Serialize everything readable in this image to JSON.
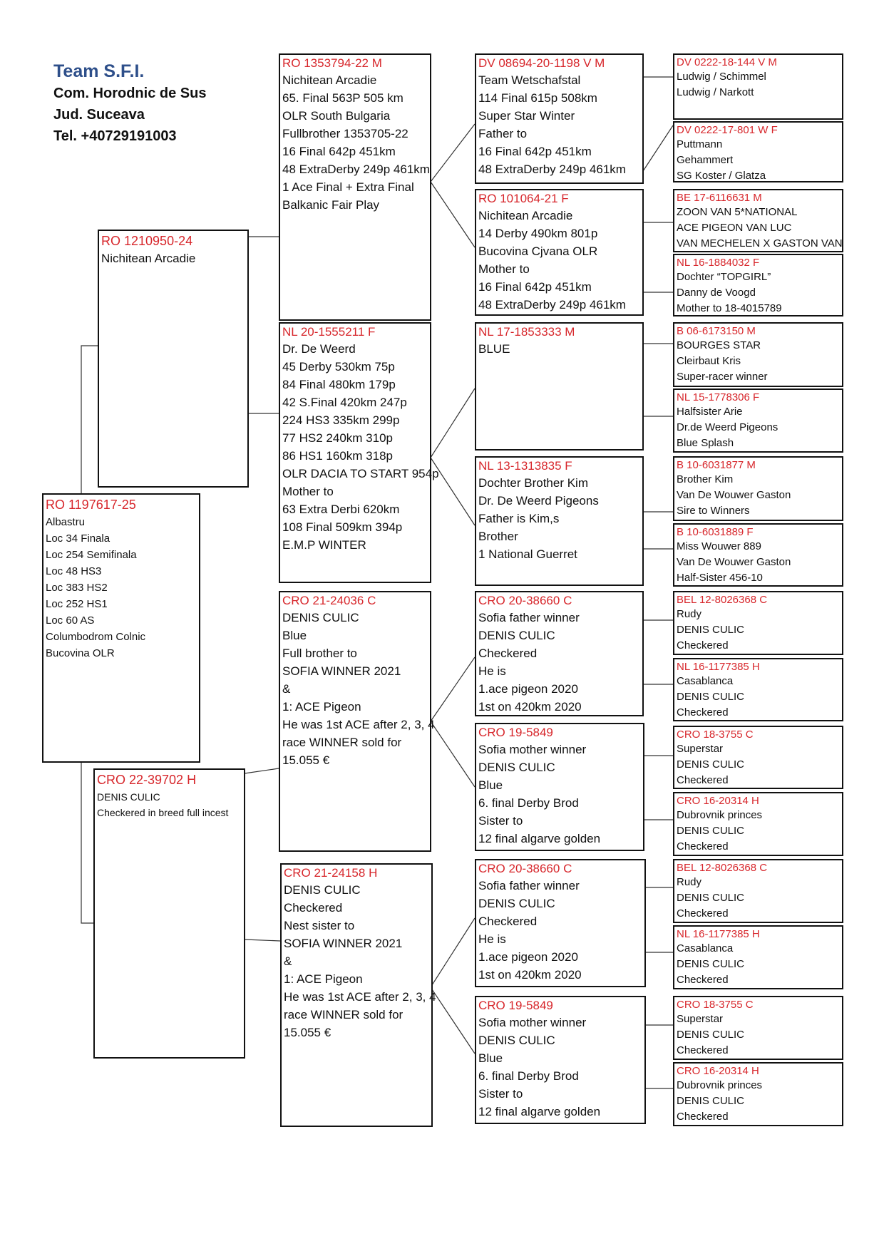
{
  "header": {
    "team": "Team S.F.I.",
    "address": "Com. Horodnic de Sus",
    "county": "Jud. Suceava",
    "phone": "Tel. +40729191003"
  },
  "subject": {
    "ring": "RO 1197617-25",
    "lines": [
      "Albastru",
      "Loc 34 Finala",
      "Loc 254 Semifinala",
      "Loc 48 HS3",
      "Loc 383 HS2",
      "Loc 252 HS1",
      "Loc 60 AS",
      "Columbodrom Colnic",
      "Bucovina OLR"
    ]
  },
  "sire": {
    "ring": "RO 1210950-24",
    "lines": [
      "Nichitean Arcadie"
    ]
  },
  "dam": {
    "ring": "CRO 22-39702 H",
    "lines": [
      "DENIS CULIC",
      "Checkered in breed full incest"
    ]
  },
  "gen3": [
    {
      "ring": "RO 1353794-22 M",
      "lines": [
        "Nichitean Arcadie",
        "65. Final 563P 505 km",
        "OLR South Bulgaria",
        "Fullbrother 1353705-22",
        "16 Final 642p 451km",
        "48 ExtraDerby 249p 461km",
        "1 Ace Final + Extra Final",
        "Balkanic Fair Play"
      ]
    },
    {
      "ring": "NL 20-1555211 F",
      "lines": [
        "Dr. De Weerd",
        "45 Derby 530km 75p",
        "84 Final 480km 179p",
        "42 S.Final 420km 247p",
        "224 HS3 335km 299p",
        "77 HS2 240km 310p",
        "86 HS1 160km 318p",
        "OLR DACIA TO START 954p",
        "Mother to",
        "63 Extra Derbi 620km",
        "108 Final 509km 394p",
        "E.M.P WINTER"
      ]
    },
    {
      "ring": "CRO 21-24036 C",
      "lines": [
        "DENIS CULIC",
        "Blue",
        "Full brother to",
        "SOFIA WINNER 2021",
        "&",
        "1: ACE Pigeon",
        "He was 1st ACE after 2, 3, 4",
        "race WINNER sold for",
        "15.055 €"
      ]
    },
    {
      "ring": "CRO 21-24158 H",
      "lines": [
        "DENIS CULIC",
        "Checkered",
        "Nest sister to",
        "SOFIA WINNER 2021",
        "&",
        "1: ACE Pigeon",
        "He was 1st ACE after 2, 3, 4",
        "race WINNER sold for",
        "15.055 €"
      ]
    }
  ],
  "gen4": [
    {
      "ring": "DV 08694-20-1198 V M",
      "lines": [
        "Team Wetschafstal",
        "114 Final 615p 508km",
        "Super Star Winter",
        "Father to",
        "16 Final 642p 451km",
        "48 ExtraDerby 249p 461km"
      ]
    },
    {
      "ring": "RO 101064-21 F",
      "lines": [
        "Nichitean Arcadie",
        "14 Derby 490km 801p",
        "Bucovina Cjvana OLR",
        "Mother to",
        "16 Final 642p 451km",
        "48 ExtraDerby 249p 461km"
      ]
    },
    {
      "ring": "NL 17-1853333 M",
      "lines": [
        "BLUE"
      ]
    },
    {
      "ring": "NL 13-1313835 F",
      "lines": [
        "Dochter Brother Kim",
        "Dr. De Weerd Pigeons",
        "Father is Kim,s",
        "Brother",
        "1 National Guerret"
      ]
    },
    {
      "ring": "CRO 20-38660 C",
      "lines": [
        "Sofia father winner",
        "DENIS CULIC",
        "Checkered",
        "He is",
        "1.ace pigeon 2020",
        "1st on 420km 2020"
      ]
    },
    {
      "ring": "CRO 19-5849",
      "lines": [
        "Sofia mother winner",
        "DENIS CULIC",
        "Blue",
        "6. final Derby Brod",
        "Sister to",
        "12 final algarve golden"
      ]
    },
    {
      "ring": "CRO 20-38660 C",
      "lines": [
        "Sofia father winner",
        "DENIS CULIC",
        "Checkered",
        "He is",
        "1.ace pigeon 2020",
        "1st on 420km 2020"
      ]
    },
    {
      "ring": "CRO 19-5849",
      "lines": [
        "Sofia mother winner",
        "DENIS CULIC",
        "Blue",
        "6. final Derby Brod",
        "Sister to",
        "12 final algarve golden"
      ]
    }
  ],
  "gen5": [
    {
      "ring": "DV 0222-18-144 V M",
      "lines": [
        "Ludwig / Schimmel",
        "Ludwig / Narkott"
      ]
    },
    {
      "ring": "DV 0222-17-801 W F",
      "lines": [
        "Puttmann",
        "Gehammert",
        "SG Koster / Glatza"
      ]
    },
    {
      "ring": "BE 17-6116631 M",
      "lines": [
        "ZOON VAN 5*NATIONAL",
        "ACE PIGEON VAN LUC",
        "VAN MECHELEN X GASTON VAN"
      ]
    },
    {
      "ring": "NL 16-1884032 F",
      "lines": [
        "Dochter “TOPGIRL”",
        "Danny de Voogd",
        "Mother to 18-4015789"
      ]
    },
    {
      "ring": "B 06-6173150 M",
      "lines": [
        "BOURGES STAR",
        "Cleirbaut Kris",
        "Super-racer winner"
      ]
    },
    {
      "ring": "NL 15-1778306 F",
      "lines": [
        "Halfsister Arie",
        "Dr.de Weerd Pigeons",
        "Blue Splash"
      ]
    },
    {
      "ring": "B 10-6031877 M",
      "lines": [
        "Brother Kim",
        "Van De Wouwer Gaston",
        "Sire to Winners"
      ]
    },
    {
      "ring": "B 10-6031889 F",
      "lines": [
        "Miss Wouwer 889",
        "Van De Wouwer Gaston",
        "Half-Sister 456-10"
      ]
    },
    {
      "ring": "BEL 12-8026368 C",
      "lines": [
        "Rudy",
        "DENIS CULIC",
        "Checkered"
      ]
    },
    {
      "ring": "NL 16-1177385 H",
      "lines": [
        "Casablanca",
        "DENIS CULIC",
        "Checkered"
      ]
    },
    {
      "ring": "CRO 18-3755 C",
      "lines": [
        "Superstar",
        "DENIS CULIC",
        "Checkered"
      ]
    },
    {
      "ring": "CRO 16-20314 H",
      "lines": [
        "Dubrovnik princes",
        "DENIS CULIC",
        "Checkered"
      ]
    },
    {
      "ring": "BEL 12-8026368 C",
      "lines": [
        "Rudy",
        "DENIS CULIC",
        "Checkered"
      ]
    },
    {
      "ring": "NL 16-1177385 H",
      "lines": [
        "Casablanca",
        "DENIS CULIC",
        "Checkered"
      ]
    },
    {
      "ring": "CRO 18-3755 C",
      "lines": [
        "Superstar",
        "DENIS CULIC",
        "Checkered"
      ]
    },
    {
      "ring": "CRO 16-20314 H",
      "lines": [
        "Dubrovnik princes",
        "DENIS CULIC",
        "Checkered"
      ]
    }
  ]
}
